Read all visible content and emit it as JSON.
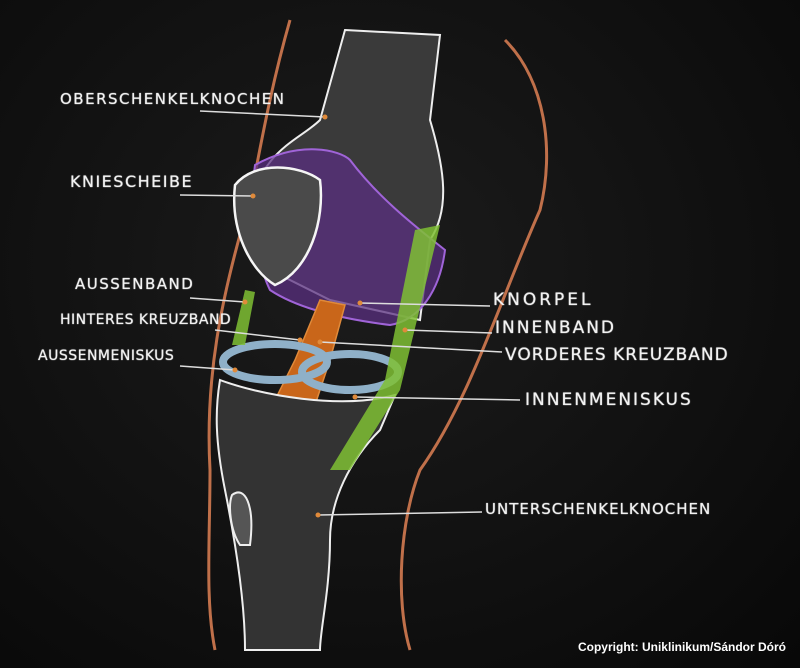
{
  "labels": {
    "oberschenkelknochen": "Oberschenkelknochen",
    "kniescheibe": "Kniescheibe",
    "aussenband": "Außenband",
    "hinteres_kreuzband": "Hinteres Kreuzband",
    "aussenmeniskus": "Außenmeniskus",
    "knorpel": "Knorpel",
    "innenband": "Innenband",
    "vorderes_kreuzband": "Vorderes Kreuzband",
    "innenmeniskus": "Innenmeniskus",
    "unterschenkelknochen": "Unterschenkelknochen"
  },
  "copyright": "Copyright: Uniklinikum/Sándor Dóró",
  "colors": {
    "board": "#111111",
    "chalk": "#f2f2f2",
    "skin_outline": "#c0704a",
    "cartilage": "#8a4fc0",
    "ligament_green": "#8ccf3a",
    "cruciate_orange": "#d9731c",
    "meniscus_blue": "#8fb0c8"
  }
}
